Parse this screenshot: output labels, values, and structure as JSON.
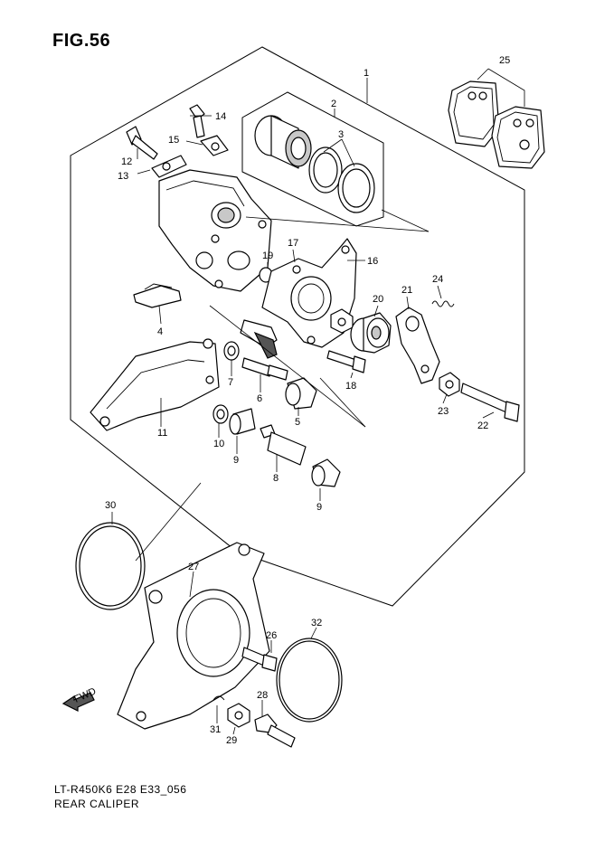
{
  "figure_title": "FIG.56",
  "model_code": "LT-R450K6 E28 E33_056",
  "caption": "REAR CALIPER",
  "fwd_label": "FWD",
  "callouts": [
    {
      "id": "1",
      "label": "1"
    },
    {
      "id": "2",
      "label": "2"
    },
    {
      "id": "3",
      "label": "3"
    },
    {
      "id": "4",
      "label": "4"
    },
    {
      "id": "5",
      "label": "5"
    },
    {
      "id": "6",
      "label": "6"
    },
    {
      "id": "7",
      "label": "7"
    },
    {
      "id": "8",
      "label": "8"
    },
    {
      "id": "9a",
      "label": "9"
    },
    {
      "id": "9b",
      "label": "9"
    },
    {
      "id": "10",
      "label": "10"
    },
    {
      "id": "11",
      "label": "11"
    },
    {
      "id": "12",
      "label": "12"
    },
    {
      "id": "13",
      "label": "13"
    },
    {
      "id": "14",
      "label": "14"
    },
    {
      "id": "15",
      "label": "15"
    },
    {
      "id": "16",
      "label": "16"
    },
    {
      "id": "17",
      "label": "17"
    },
    {
      "id": "18",
      "label": "18"
    },
    {
      "id": "19",
      "label": "19"
    },
    {
      "id": "20",
      "label": "20"
    },
    {
      "id": "21",
      "label": "21"
    },
    {
      "id": "22",
      "label": "22"
    },
    {
      "id": "23",
      "label": "23"
    },
    {
      "id": "24",
      "label": "24"
    },
    {
      "id": "25",
      "label": "25"
    },
    {
      "id": "26",
      "label": "26"
    },
    {
      "id": "27",
      "label": "27"
    },
    {
      "id": "28",
      "label": "28"
    },
    {
      "id": "29",
      "label": "29"
    },
    {
      "id": "30",
      "label": "30"
    },
    {
      "id": "31",
      "label": "31"
    },
    {
      "id": "32",
      "label": "32"
    }
  ]
}
